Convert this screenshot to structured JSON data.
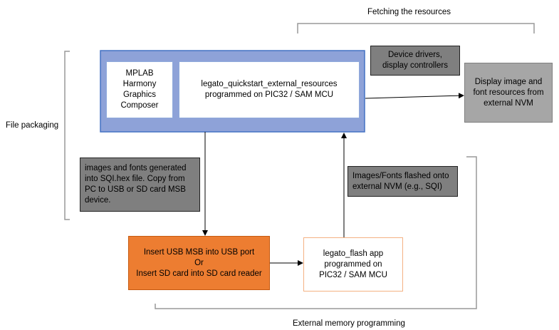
{
  "labels": {
    "fetching": "Fetching the resources",
    "file_packaging": "File packaging",
    "external_memory": "External memory programming"
  },
  "boxes": {
    "mplab": "MPLAB\nHarmony\nGraphics\nComposer",
    "quickstart": "legato_quickstart_external_resources\nprogrammed on PIC32 / SAM MCU",
    "device_drivers": "Device drivers,\ndisplay controllers",
    "display_resources": "Display image and\nfont resources from\nexternal NVM",
    "images_generated": "images and fonts generated\ninto SQI.hex file.  Copy from\nPC to USB or SD card MSB\ndevice.",
    "images_flashed": "Images/Fonts flashed onto\nexternal NVM (e.g., SQI)",
    "insert_usb": "Insert USB MSB into USB port\nOr\nInsert SD card into SD card reader",
    "flash_app": "legato_flash app\nprogrammed on\nPIC32 / SAM MCU"
  },
  "colors": {
    "main_panel": "#8ea2d8",
    "orange": "#ed7d31",
    "gray_box": "#a6a6a6",
    "note_gray": "#7f7f7f"
  }
}
